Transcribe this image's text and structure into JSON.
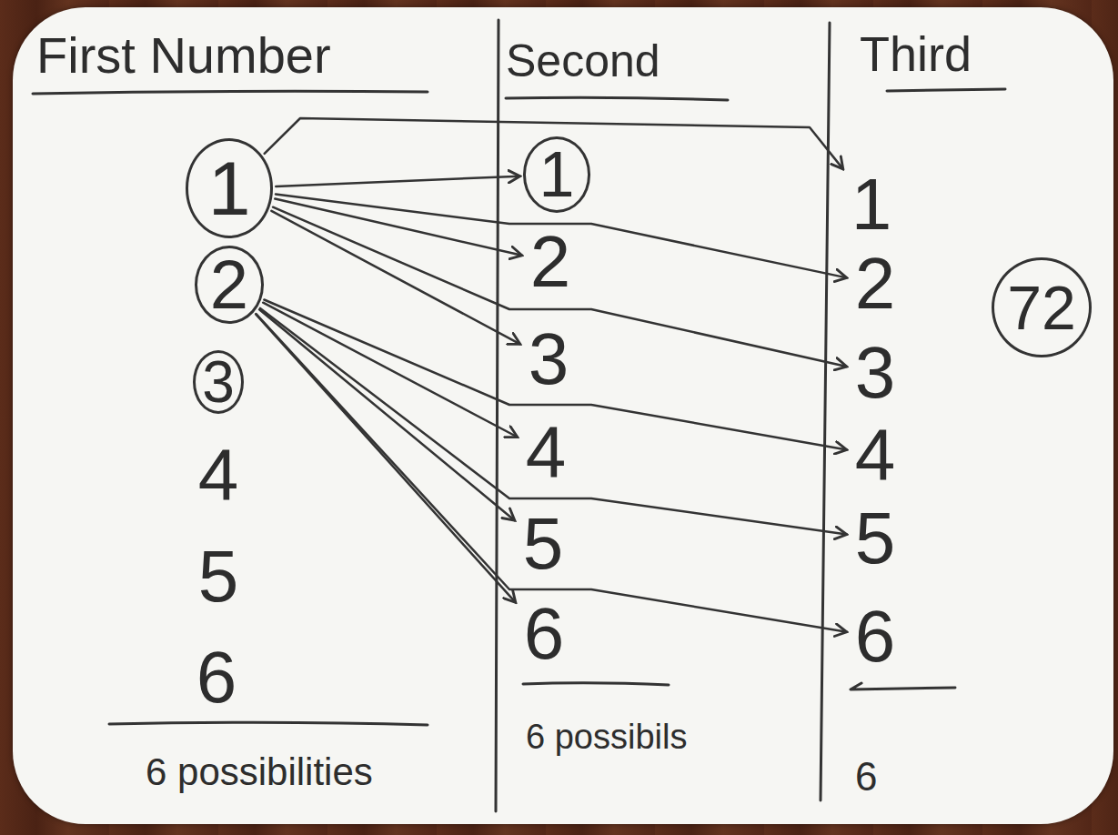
{
  "diagram": {
    "nodes": [
      {
        "text": [
          "1"
        ]
      },
      {
        "text": [
          "2"
        ]
      },
      {
        "text": [
          "3"
        ]
      },
      {
        "text": [
          "4"
        ]
      },
      {
        "text": [
          "5"
        ]
      },
      {
        "text": [
          "6"
        ]
      },
      {
        "text": [
          "1"
        ]
      },
      {
        "text": [
          "2"
        ]
      },
      {
        "text": [
          "3"
        ]
      },
      {
        "text": [
          "4"
        ]
      },
      {
        "text": [
          "5"
        ]
      },
      {
        "text": [
          "6"
        ]
      },
      {
        "text": [
          "1"
        ]
      },
      {
        "text": [
          "2"
        ]
      },
      {
        "text": [
          "3"
        ]
      },
      {
        "text": [
          "4"
        ]
      },
      {
        "text": [
          "5"
        ]
      },
      {
        "text": [
          "6"
        ]
      },
      {
        "text": [
          "72"
        ]
      }
    ],
    "edges": [
      {
        "from": 0,
        "to": 12,
        "arrow": "to"
      },
      {
        "from": 0,
        "to": 6,
        "arrow": "to"
      },
      {
        "from": 0,
        "to": 7,
        "arrow": "to"
      },
      {
        "from": 0,
        "to": 13,
        "arrow": "to"
      },
      {
        "from": 0,
        "to": 14,
        "arrow": "to"
      },
      {
        "from": 0,
        "to": 8,
        "arrow": "to"
      },
      {
        "from": 1,
        "to": 9,
        "arrow": "to"
      },
      {
        "from": 1,
        "to": 10,
        "arrow": "to"
      },
      {
        "from": 1,
        "to": 11,
        "arrow": "to"
      },
      {
        "from": 1,
        "to": 15,
        "arrow": "to"
      },
      {
        "from": 1,
        "to": 16,
        "arrow": "to"
      },
      {
        "from": 1,
        "to": 17,
        "arrow": "to"
      }
    ],
    "labels": [
      "First Number",
      "Second",
      "Third",
      "6 possibilities",
      "6 possibils",
      "6"
    ]
  }
}
